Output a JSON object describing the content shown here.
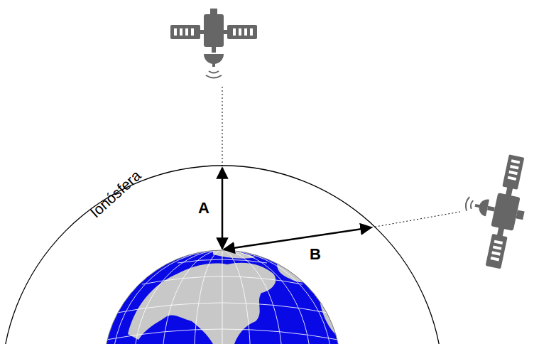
{
  "diagram": {
    "labels": [
      "Ionósfera",
      "A",
      "B"
    ]
  }
}
